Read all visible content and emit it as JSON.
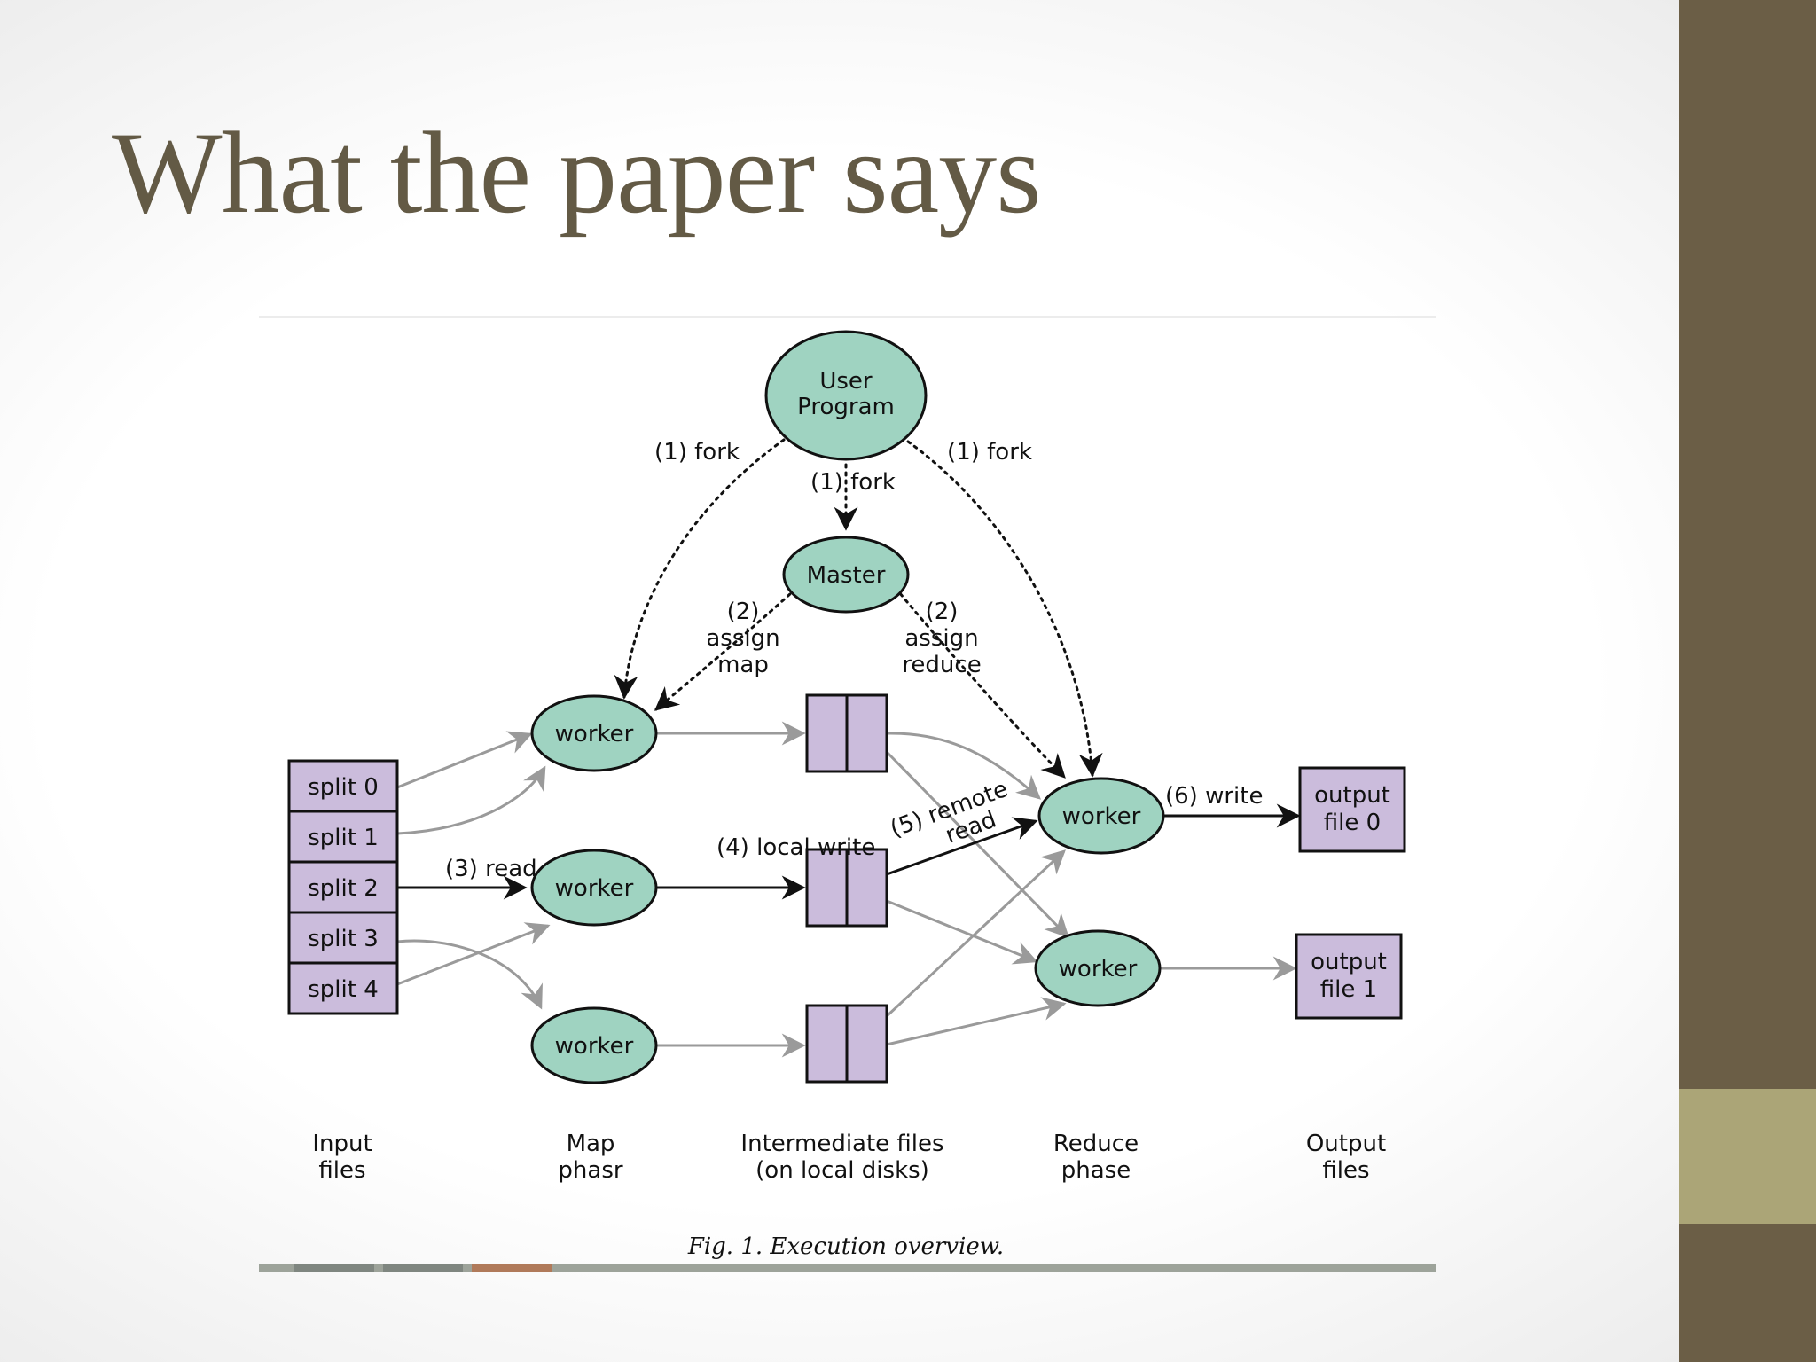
{
  "slide": {
    "title": "What the paper says"
  },
  "diagram": {
    "user_program": [
      "User",
      "Program"
    ],
    "master": "Master",
    "fork_labels": [
      "(1) fork",
      "(1) fork",
      "(1) fork"
    ],
    "assign_map": [
      "(2)",
      "assign",
      "map"
    ],
    "assign_reduce": [
      "(2)",
      "assign",
      "reduce"
    ],
    "worker_label": "worker",
    "splits": [
      "split 0",
      "split 1",
      "split 2",
      "split 3",
      "split 4"
    ],
    "read_label": "(3) read",
    "local_write_label": "(4) local write",
    "remote_read_label": [
      "(5) remote",
      "read"
    ],
    "write_label": "(6) write",
    "outputs": [
      [
        "output",
        "file 0"
      ],
      [
        "output",
        "file 1"
      ]
    ],
    "columns": [
      [
        "Input",
        "files"
      ],
      [
        "Map",
        "phasr"
      ],
      [
        "Intermediate files",
        "(on local disks)"
      ],
      [
        "Reduce",
        "phase"
      ],
      [
        "Output",
        "files"
      ]
    ],
    "caption": "Fig. 1. Execution overview.",
    "colors": {
      "node_fill": "#9fd3c1",
      "box_fill": "#cbbcdc",
      "title": "#635a45",
      "sidebar": "#6b5e46",
      "sidebar_accent": "#aba577"
    }
  }
}
